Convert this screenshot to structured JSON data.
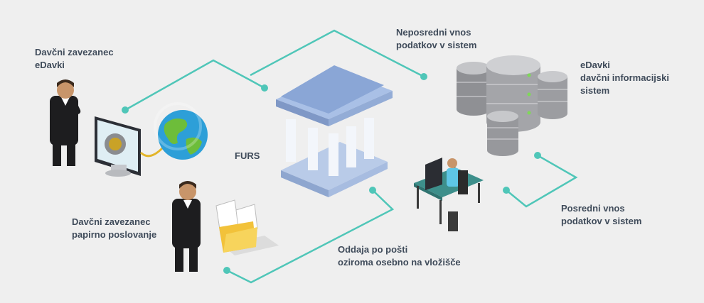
{
  "labels": {
    "edavki_taxpayer": "Davčni zavezanec\neDavki",
    "direct_entry": "Neposredni vnos\npodatkov v sistem",
    "edavki_system": "eDavki\ndavčni informacijski\nsistem",
    "furs": "FURS",
    "paper_taxpayer": "Davčni zavezanec\npapirno poslovanje",
    "indirect_entry": "Posredni vnos\npodatkov v sistem",
    "mail_submission": "Oddaja po pošti\noziroma osebno na vložišče"
  },
  "colors": {
    "background": "#efefef",
    "connector": "#4fc6b8",
    "label_text": "#3f4b5a",
    "building": "#9bb6e0",
    "server": "#a9aaae",
    "desk": "#3d8f8b",
    "folder": "#f2c23a"
  }
}
